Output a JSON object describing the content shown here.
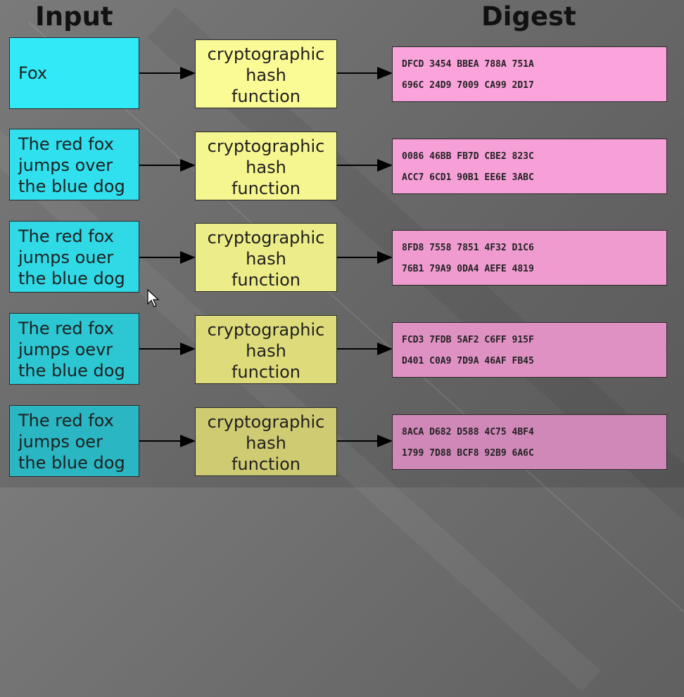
{
  "headers": {
    "input": "Input",
    "digest": "Digest"
  },
  "colors": {
    "input_boxes": [
      "#32e9f7",
      "#30e0ee",
      "#30d9e6",
      "#2cc7d3",
      "#2ab6c2"
    ],
    "hash_boxes": [
      "#fbfb96",
      "#f6f690",
      "#ecec88",
      "#dedc7a",
      "#cfcb72"
    ],
    "digest_boxes": [
      "#fba4dc",
      "#f7a0d8",
      "#ef9bd0",
      "#e091c4",
      "#d088b8"
    ]
  },
  "rows": [
    {
      "input": "Fox",
      "hash": [
        "cryptographic",
        "hash",
        "function"
      ],
      "digest": [
        "DFCD 3454 BBEA 788A 751A",
        "696C 24D9 7009 CA99 2D17"
      ]
    },
    {
      "input": "The red fox\njumps over\nthe blue dog",
      "hash": [
        "cryptographic",
        "hash",
        "function"
      ],
      "digest": [
        "0086 46BB FB7D CBE2 823C",
        "ACC7 6CD1 90B1 EE6E 3ABC"
      ]
    },
    {
      "input": "The red fox\njumps ouer\nthe blue dog",
      "hash": [
        "cryptographic",
        "hash",
        "function"
      ],
      "digest": [
        "8FD8 7558 7851 4F32 D1C6",
        "76B1 79A9 0DA4 AEFE 4819"
      ]
    },
    {
      "input": "The red fox\njumps oevr\nthe blue dog",
      "hash": [
        "cryptographic",
        "hash",
        "function"
      ],
      "digest": [
        "FCD3 7FDB 5AF2 C6FF 915F",
        "D401 C0A9 7D9A 46AF FB45"
      ]
    },
    {
      "input": "The red fox\njumps oer\nthe blue dog",
      "hash": [
        "cryptographic",
        "hash",
        "function"
      ],
      "digest": [
        "8ACA D682 D588 4C75 4BF4",
        "1799 7D88 BCF8 92B9 6A6C"
      ]
    }
  ]
}
